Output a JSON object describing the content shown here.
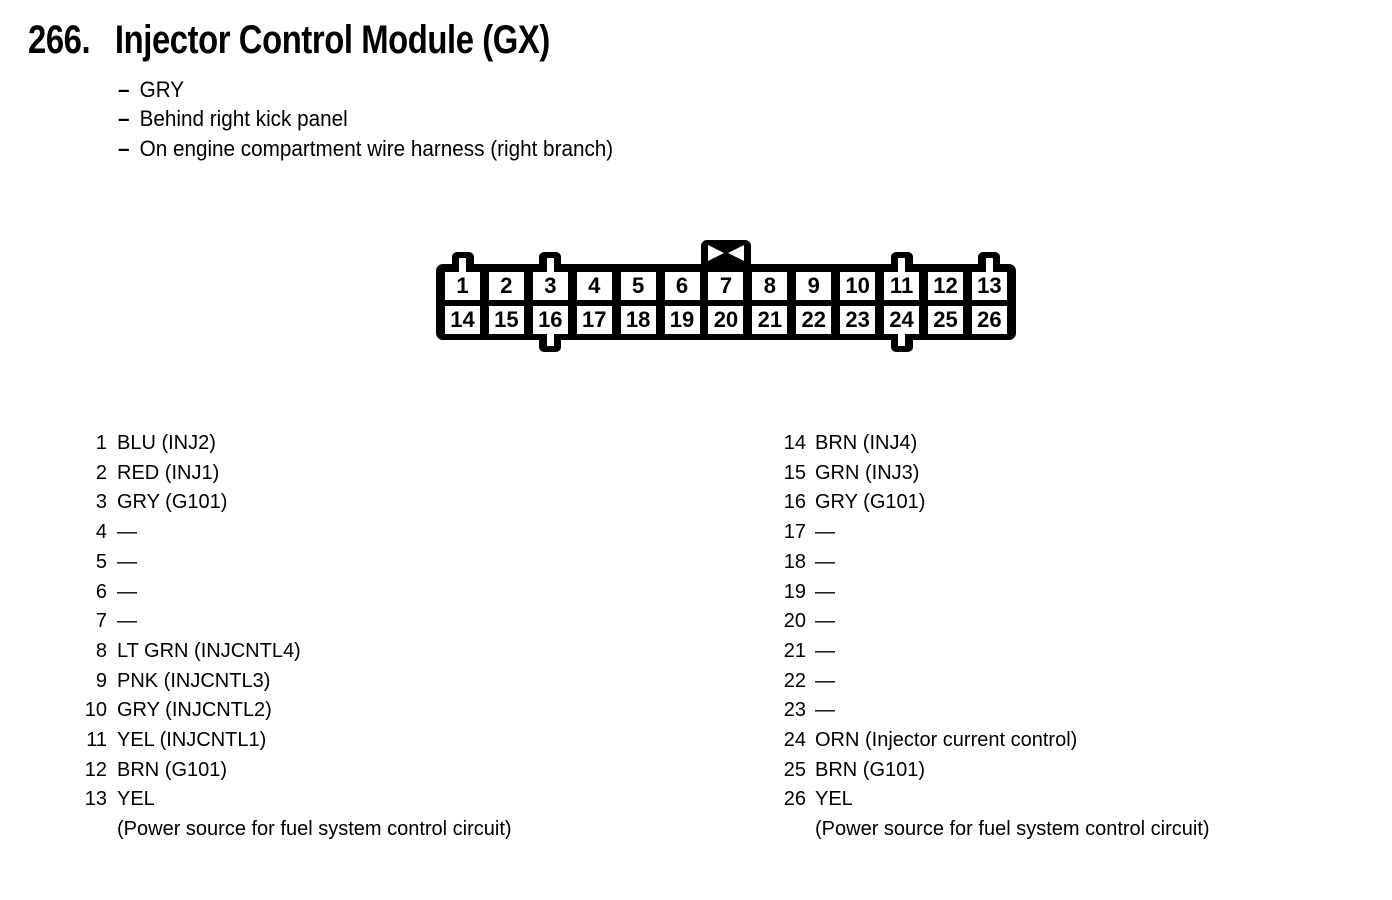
{
  "page": {
    "number": "266.",
    "title": "Injector Control Module (GX)",
    "bullet_dash": "–",
    "bullets": [
      "GRY",
      "Behind right kick panel",
      "On engine compartment wire harness (right branch)"
    ]
  },
  "connector": {
    "rows": 2,
    "pins_per_row": 13,
    "pins": [
      "1",
      "2",
      "3",
      "4",
      "5",
      "6",
      "7",
      "8",
      "9",
      "10",
      "11",
      "12",
      "13",
      "14",
      "15",
      "16",
      "17",
      "18",
      "19",
      "20",
      "21",
      "22",
      "23",
      "24",
      "25",
      "26"
    ]
  },
  "pin_list": {
    "left": [
      {
        "num": "1",
        "label": "BLU (INJ2)"
      },
      {
        "num": "2",
        "label": "RED (INJ1)"
      },
      {
        "num": "3",
        "label": "GRY (G101)"
      },
      {
        "num": "4",
        "label": "—"
      },
      {
        "num": "5",
        "label": "—"
      },
      {
        "num": "6",
        "label": "—"
      },
      {
        "num": "7",
        "label": "—"
      },
      {
        "num": "8",
        "label": "LT GRN (INJCNTL4)"
      },
      {
        "num": "9",
        "label": "PNK (INJCNTL3)"
      },
      {
        "num": "10",
        "label": "GRY (INJCNTL2)"
      },
      {
        "num": "11",
        "label": "YEL (INJCNTL1)"
      },
      {
        "num": "12",
        "label": "BRN (G101)"
      },
      {
        "num": "13",
        "label": "YEL",
        "note": "(Power source for fuel system control circuit)"
      }
    ],
    "right": [
      {
        "num": "14",
        "label": "BRN (INJ4)"
      },
      {
        "num": "15",
        "label": "GRN (INJ3)"
      },
      {
        "num": "16",
        "label": "GRY (G101)"
      },
      {
        "num": "17",
        "label": "—"
      },
      {
        "num": "18",
        "label": "—"
      },
      {
        "num": "19",
        "label": "—"
      },
      {
        "num": "20",
        "label": "—"
      },
      {
        "num": "21",
        "label": "—"
      },
      {
        "num": "22",
        "label": "—"
      },
      {
        "num": "23",
        "label": "—"
      },
      {
        "num": "24",
        "label": "ORN (Injector current control)"
      },
      {
        "num": "25",
        "label": "BRN (G101)"
      },
      {
        "num": "26",
        "label": "YEL",
        "note": "(Power source for fuel system control circuit)"
      }
    ]
  },
  "colors": {
    "ink": "#000000",
    "paper": "#ffffff"
  }
}
